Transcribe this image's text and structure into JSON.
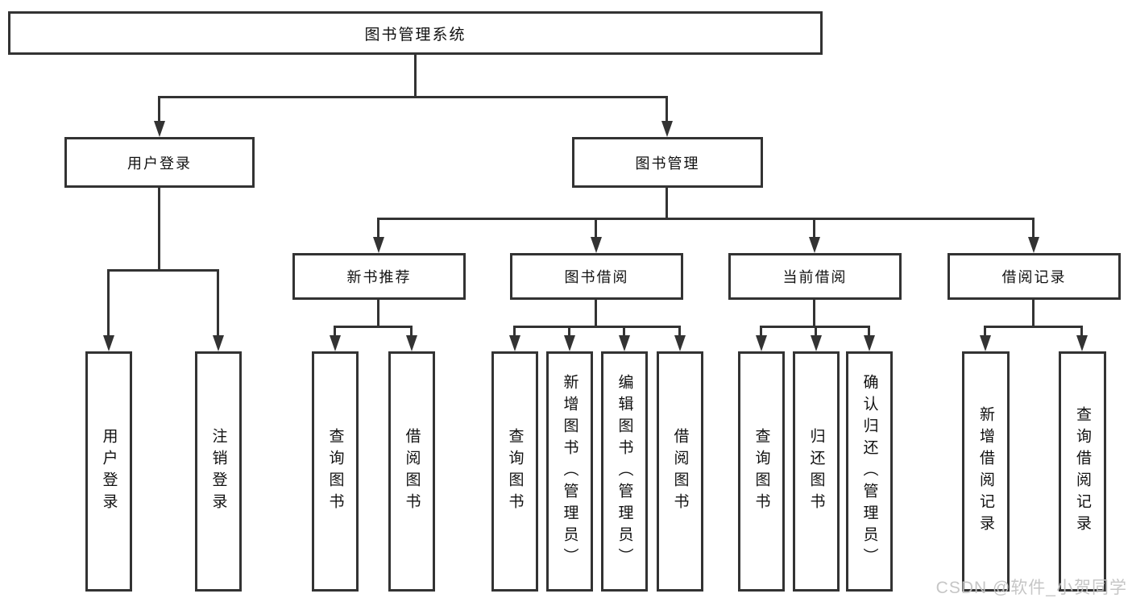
{
  "diagram": {
    "type": "tree-hierarchy",
    "colors": {
      "line": "#333333",
      "box_border": "#333333",
      "text": "#111111",
      "background": "#ffffff",
      "watermark": "#c3c3c3"
    }
  },
  "tree": {
    "label": "图书管理系统",
    "children": [
      {
        "label": "用户登录",
        "children": [
          {
            "label": "用户登录"
          },
          {
            "label": "注销登录"
          }
        ]
      },
      {
        "label": "图书管理",
        "children": [
          {
            "label": "新书推荐",
            "children": [
              {
                "label": "查询图书"
              },
              {
                "label": "借阅图书"
              }
            ]
          },
          {
            "label": "图书借阅",
            "children": [
              {
                "label": "查询图书"
              },
              {
                "label": "新增图书（管理员）"
              },
              {
                "label": "编辑图书（管理员）"
              },
              {
                "label": "借阅图书"
              }
            ]
          },
          {
            "label": "当前借阅",
            "children": [
              {
                "label": "查询图书"
              },
              {
                "label": "归还图书"
              },
              {
                "label": "确认归还（管理员）"
              }
            ]
          },
          {
            "label": "借阅记录",
            "children": [
              {
                "label": "新增借阅记录"
              },
              {
                "label": "查询借阅记录"
              }
            ]
          }
        ]
      }
    ]
  },
  "watermark": {
    "text": "CSDN @软件_小贺同学"
  }
}
